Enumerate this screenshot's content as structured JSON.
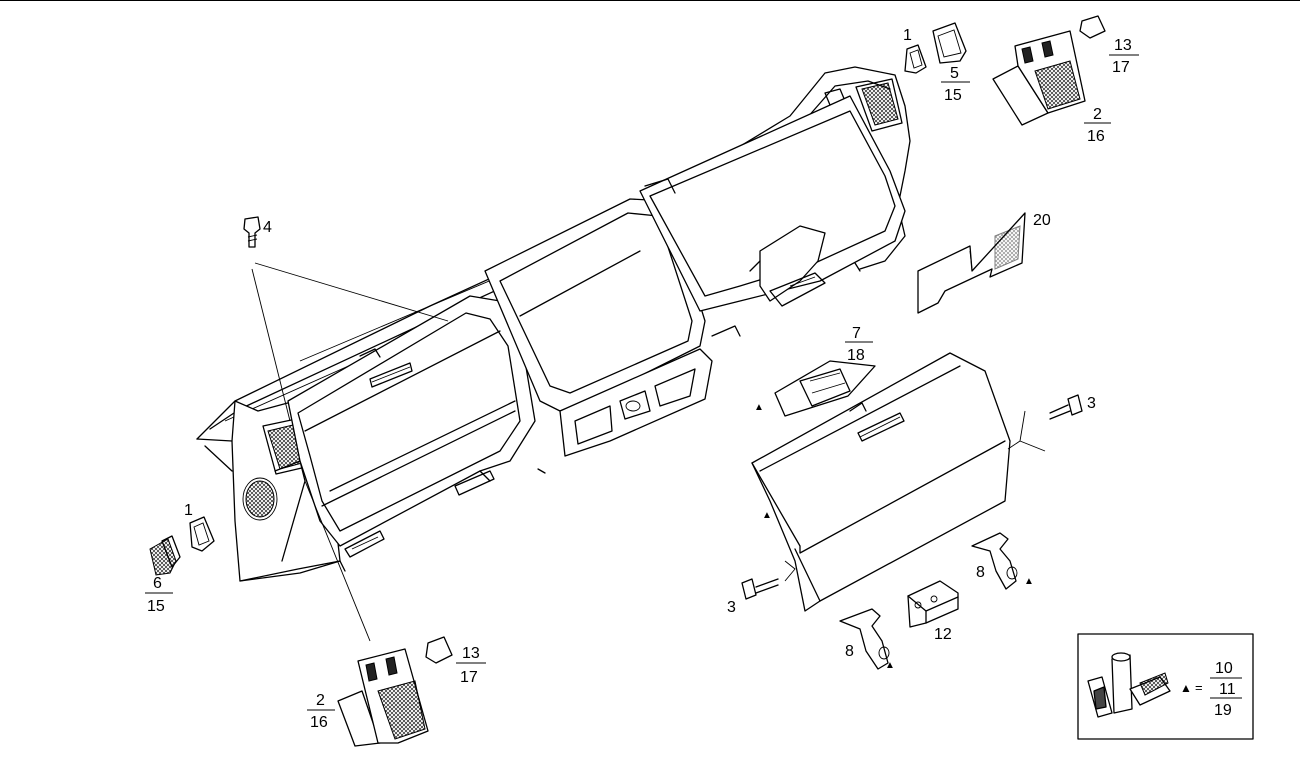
{
  "callouts": {
    "c1_top": "1",
    "c5_15_num": "5",
    "c5_15_den": "15",
    "c13_17_top_num": "13",
    "c13_17_top_den": "17",
    "c2_16_top_num": "2",
    "c2_16_top_den": "16",
    "c4": "4",
    "c20": "20",
    "c7_18_num": "7",
    "c7_18_den": "18",
    "c3_right": "3",
    "c1_left": "1",
    "c6_15_num": "6",
    "c6_15_den": "15",
    "c13_17_bottom_num": "13",
    "c13_17_bottom_den": "17",
    "c2_16_bottom_num": "2",
    "c2_16_bottom_den": "16",
    "c3_left": "3",
    "c8_right": "8",
    "c12": "12",
    "c8_left": "8",
    "legend_eq": "=",
    "legend_n1": "10",
    "legend_n2": "11",
    "legend_n3": "19",
    "tri": "▲"
  },
  "icons": [
    "dashboard-panel-drawing",
    "glovebox-lid-drawing",
    "air-vent-drawing",
    "vent-ring-drawing",
    "screw-drawing",
    "hinge-bracket-drawing",
    "latch-drawing",
    "hardware-kit-drawing"
  ]
}
